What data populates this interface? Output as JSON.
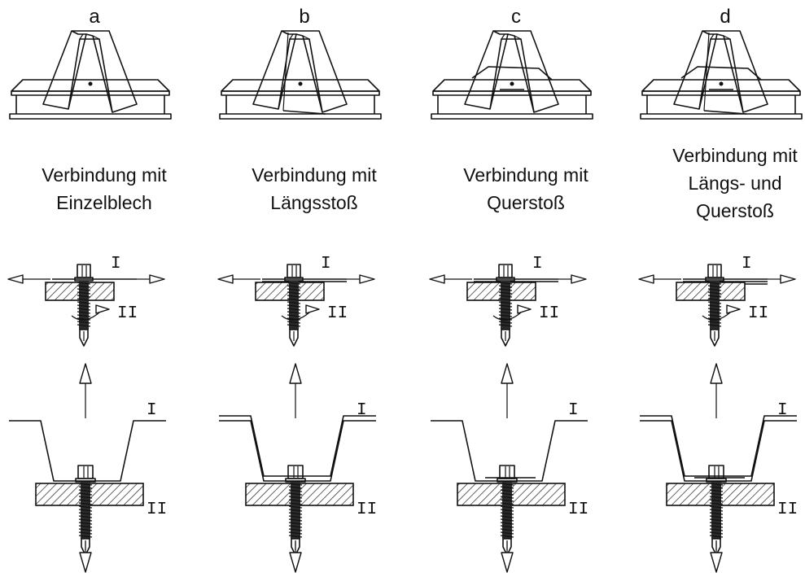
{
  "columns": [
    {
      "letter": "a",
      "caption_lines": [
        "Verbindung mit",
        "Einzelblech"
      ]
    },
    {
      "letter": "b",
      "caption_lines": [
        "Verbindung mit",
        "Längsstoß"
      ]
    },
    {
      "letter": "c",
      "caption_lines": [
        "Verbindung mit",
        "Querstoß"
      ]
    },
    {
      "letter": "d",
      "caption_lines": [
        "Verbindung mit",
        "Längs- und",
        "Querstoß"
      ]
    }
  ],
  "labels": {
    "sheet": "I",
    "support": "II"
  }
}
